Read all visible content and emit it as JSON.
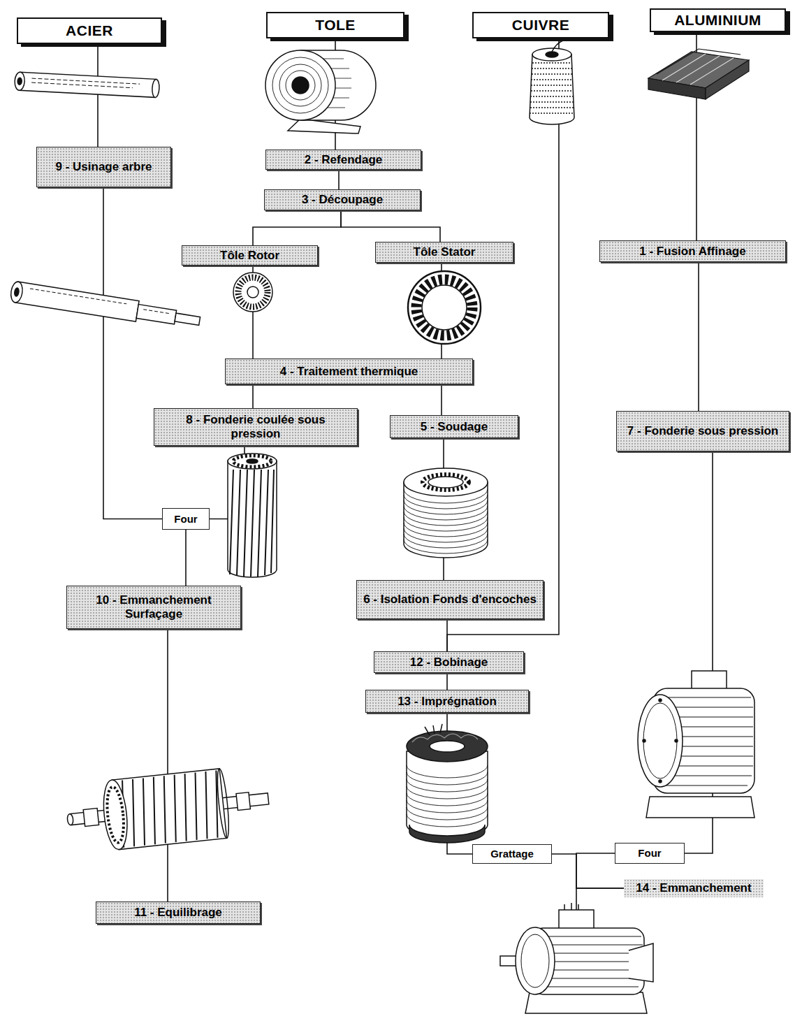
{
  "diagram": {
    "nodes": [
      {
        "text": [
          "ACIER"
        ]
      },
      {
        "text": [
          "TOLE"
        ]
      },
      {
        "text": [
          "CUIVRE"
        ]
      },
      {
        "text": [
          "ALUMINIUM"
        ]
      },
      {
        "text": [
          "9 - Usinage arbre"
        ]
      },
      {
        "text": [
          "2 - Refendage"
        ]
      },
      {
        "text": [
          "3 - Découpage"
        ]
      },
      {
        "text": [
          "Tôle Rotor"
        ]
      },
      {
        "text": [
          "Tôle Stator"
        ]
      },
      {
        "text": [
          "1 - Fusion Affinage"
        ]
      },
      {
        "text": [
          "4 - Traitement thermique"
        ]
      },
      {
        "text": [
          "8 - Fonderie coulée sous pression"
        ]
      },
      {
        "text": [
          "5 - Soudage"
        ]
      },
      {
        "text": [
          "7 - Fonderie sous pression"
        ]
      },
      {
        "text": [
          "Four"
        ]
      },
      {
        "text": [
          "10 - Emmanchement Surfaçage"
        ]
      },
      {
        "text": [
          "6 - Isolation Fonds d'encoches"
        ]
      },
      {
        "text": [
          "12 - Bobinage"
        ]
      },
      {
        "text": [
          "13 - Imprégnation"
        ]
      },
      {
        "text": [
          "11 - Equilibrage"
        ]
      },
      {
        "text": [
          "Grattage"
        ]
      },
      {
        "text": [
          "Four"
        ]
      },
      {
        "text": [
          "14 - Emmanchement"
        ]
      }
    ],
    "edges": [
      {
        "from": 0,
        "to": 4,
        "arrow": "none"
      },
      {
        "from": 1,
        "to": 5,
        "arrow": "none"
      },
      {
        "from": 5,
        "to": 6,
        "arrow": "none"
      },
      {
        "from": 6,
        "to": 7,
        "arrow": "none"
      },
      {
        "from": 6,
        "to": 8,
        "arrow": "none"
      },
      {
        "from": 7,
        "to": 10,
        "arrow": "none"
      },
      {
        "from": 8,
        "to": 10,
        "arrow": "none"
      },
      {
        "from": 10,
        "to": 11,
        "arrow": "none"
      },
      {
        "from": 10,
        "to": 12,
        "arrow": "none"
      },
      {
        "from": 3,
        "to": 9,
        "arrow": "none"
      },
      {
        "from": 9,
        "to": 13,
        "arrow": "none"
      },
      {
        "from": 4,
        "to": 14,
        "arrow": "none"
      },
      {
        "from": 11,
        "to": 14,
        "arrow": "none"
      },
      {
        "from": 14,
        "to": 15,
        "arrow": "none"
      },
      {
        "from": 15,
        "to": 19,
        "arrow": "none"
      },
      {
        "from": 12,
        "to": 16,
        "arrow": "none"
      },
      {
        "from": 16,
        "to": 17,
        "arrow": "none"
      },
      {
        "from": 2,
        "to": 17,
        "arrow": "none"
      },
      {
        "from": 17,
        "to": 18,
        "arrow": "none"
      },
      {
        "from": 18,
        "to": 20,
        "arrow": "none"
      },
      {
        "from": 13,
        "to": 21,
        "arrow": "none"
      },
      {
        "from": 20,
        "to": 22,
        "arrow": "none"
      },
      {
        "from": 21,
        "to": 22,
        "arrow": "none"
      }
    ]
  }
}
